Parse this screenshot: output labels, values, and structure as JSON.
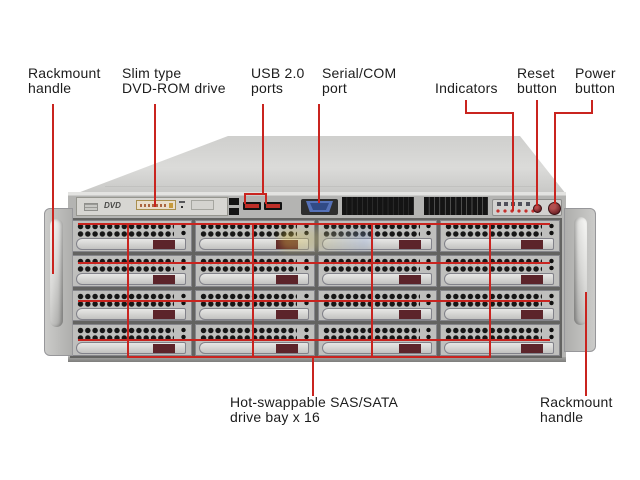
{
  "labels": {
    "rackmount_top": "Rackmount\nhandle",
    "dvd": "Slim type\nDVD-ROM drive",
    "usb": "USB 2.0\nports",
    "serial": "Serial/COM\nport",
    "indicators": "Indicators",
    "reset": "Reset\nbutton",
    "power": "Power\nbutton",
    "bays": "Hot-swappable SAS/SATA\ndrive bay x 16",
    "rackmount_bottom": "Rackmount\nhandle"
  },
  "chassis": {
    "dvd_logo_text": "DVD",
    "usb_port_count": 2,
    "drive_bays": {
      "rows": 4,
      "cols": 4,
      "total": 16
    },
    "control_panel": {
      "led_count": 6,
      "buttons": [
        "reset",
        "power"
      ]
    }
  },
  "colors": {
    "callout_line": "#c9241f",
    "label_text": "#1c1c1c",
    "chassis_face": "#b4b4b2",
    "chassis_lid": "#d6d6d4",
    "tray_latch": "#5c242a",
    "power_button": "#6e2227",
    "serial_port_blue": "#5571b8",
    "usb_port_red": "#bf2f28"
  }
}
